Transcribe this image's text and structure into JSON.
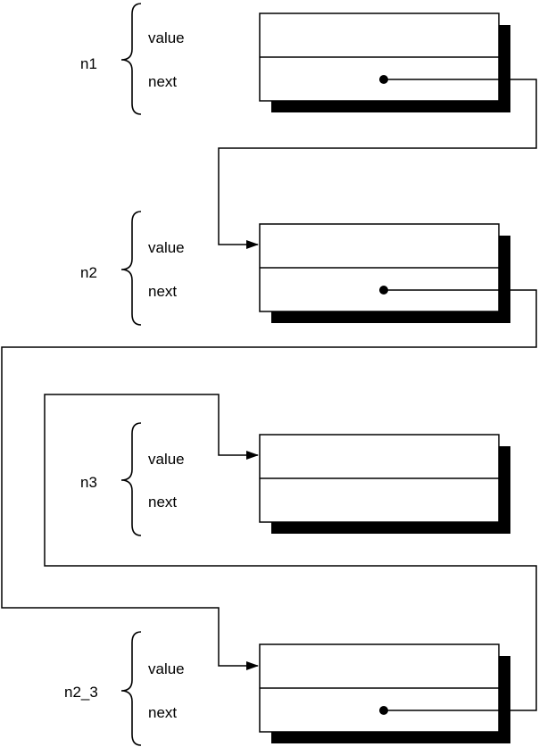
{
  "diagram": {
    "nodes": [
      {
        "id": "n1",
        "name": "n1",
        "fields": [
          "value",
          "next"
        ],
        "has_pointer": true
      },
      {
        "id": "n2",
        "name": "n2",
        "fields": [
          "value",
          "next"
        ],
        "has_pointer": true
      },
      {
        "id": "n3",
        "name": "n3",
        "fields": [
          "value",
          "next"
        ],
        "has_pointer": false
      },
      {
        "id": "n2_3",
        "name": "n2_3",
        "fields": [
          "value",
          "next"
        ],
        "has_pointer": true
      }
    ],
    "links": [
      {
        "from": "n1",
        "to": "n2"
      },
      {
        "from": "n2",
        "to": "n2_3"
      },
      {
        "from": "n2_3",
        "to": "n3"
      }
    ],
    "colors": {
      "line": "#000000",
      "shadow": "#000000",
      "box_fill": "#ffffff",
      "background": "#ffffff"
    }
  }
}
